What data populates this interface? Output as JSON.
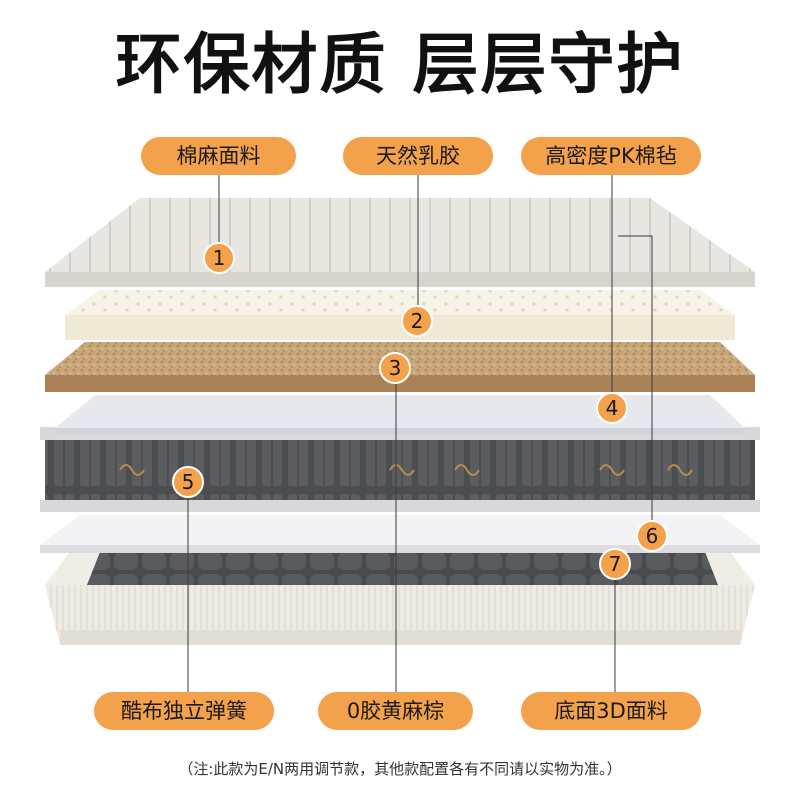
{
  "title": "环保材质 层层守护",
  "layers": [
    {
      "num": "1",
      "label": "棉麻面料"
    },
    {
      "num": "2",
      "label": "天然乳胶"
    },
    {
      "num": "3",
      "label": "0胶黄麻棕"
    },
    {
      "num": "4",
      "label": "高密度PK棉毡"
    },
    {
      "num": "5",
      "label": "酷布独立弹簧"
    },
    {
      "num": "6",
      "label": ""
    },
    {
      "num": "7",
      "label": "底面3D面料"
    }
  ],
  "note": "（注:此款为E/N两用调节款，其他款配置各有不同请以实物为准。）",
  "colors": {
    "accent": "#f3a14a",
    "title": "#111111",
    "leader": "#3a3a3a"
  }
}
